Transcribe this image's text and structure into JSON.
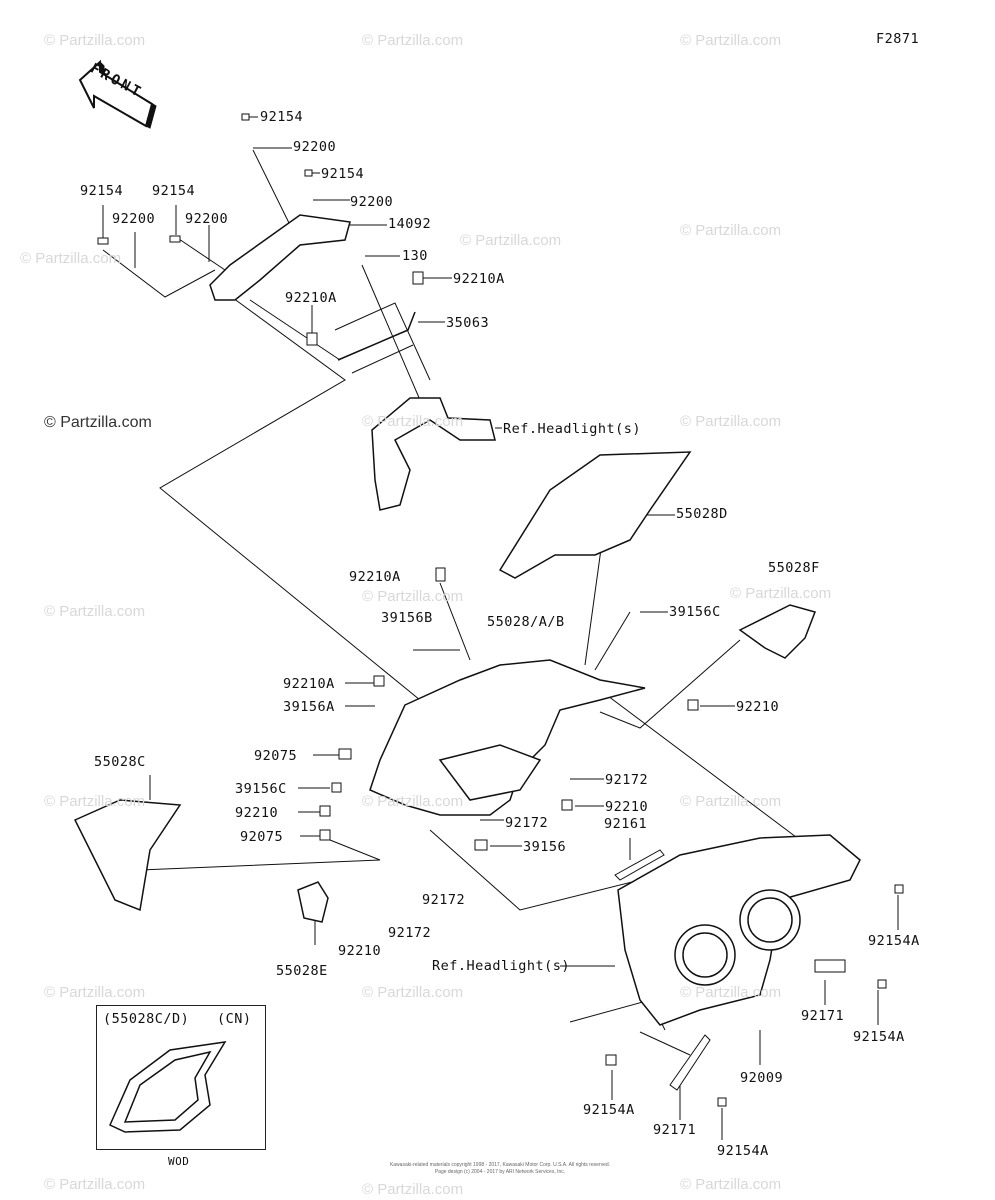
{
  "diagram_code": "F2871",
  "front_arrow_label": "FRONT",
  "watermark": "© Partzilla.com",
  "callouts": [
    "92154",
    "92200",
    "92154",
    "92200",
    "14092",
    "92154",
    "92200",
    "92154",
    "92200",
    "130",
    "92210A",
    "92210A",
    "35063",
    "Ref.Headlight(s)",
    "55028D",
    "92210A",
    "55028F",
    "39156B",
    "55028/A/B",
    "39156C",
    "92210A",
    "39156A",
    "92210",
    "55028C",
    "92075",
    "92172",
    "39156C",
    "92210",
    "92210",
    "92172",
    "92161",
    "92075",
    "39156",
    "92172",
    "92210",
    "92172",
    "55028E",
    "92154A",
    "Ref.Headlight(s)",
    "92171",
    "92154A",
    "92009",
    "92154A",
    "92171",
    "92154A"
  ],
  "inset": {
    "part_ref": "(55028C/D)",
    "region": "(CN)",
    "caption": "WOD"
  },
  "footer": [
    "Kawasaki-related materials copyright 1998 - 2017, Kawasaki Motor Corp. U.S.A. All rights reserved.",
    "Page design (c) 2004 - 2017 by ARI Network Services, Inc."
  ]
}
